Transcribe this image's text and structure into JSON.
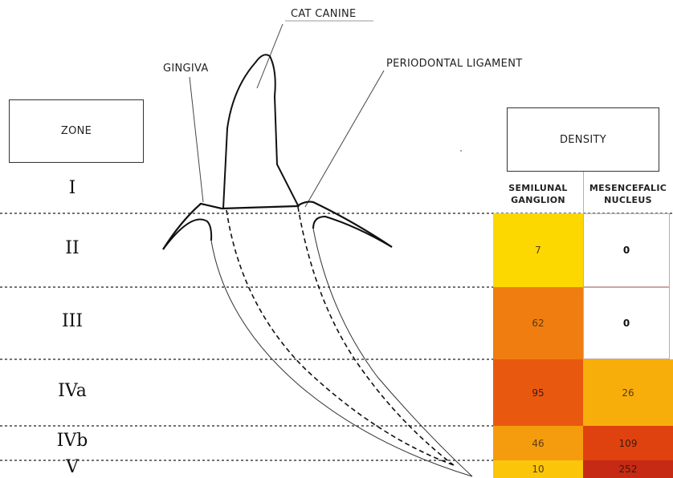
{
  "labels": {
    "title": "CAT CANINE",
    "gingiva": "GINGIVA",
    "periodontal": "PERIODONTAL LIGAMENT",
    "zone_box": "ZONE",
    "density_box": "DENSITY"
  },
  "columns": {
    "semilunal": "SEMILUNAL\nGANGLION",
    "mesencefalic": "MESENCEFALIC\nNUCLEUS"
  },
  "rows": [
    {
      "zone": "I"
    },
    {
      "zone": "II",
      "semilunal": "7",
      "mesencefalic": "0"
    },
    {
      "zone": "III",
      "semilunal": "62",
      "mesencefalic": "0"
    },
    {
      "zone": "IVa",
      "semilunal": "95",
      "mesencefalic": "26"
    },
    {
      "zone": "IVb",
      "semilunal": "46",
      "mesencefalic": "109"
    },
    {
      "zone": "V",
      "semilunal": "10",
      "mesencefalic": "252"
    }
  ],
  "colors": {
    "7": "#fcd700",
    "62": "#f07d0f",
    "95": "#e8590f",
    "46": "#f59c0e",
    "10": "#fbc50a",
    "0": "#ffffff",
    "26": "#f8ae0a",
    "109": "#e0420f",
    "252": "#c62a14"
  }
}
